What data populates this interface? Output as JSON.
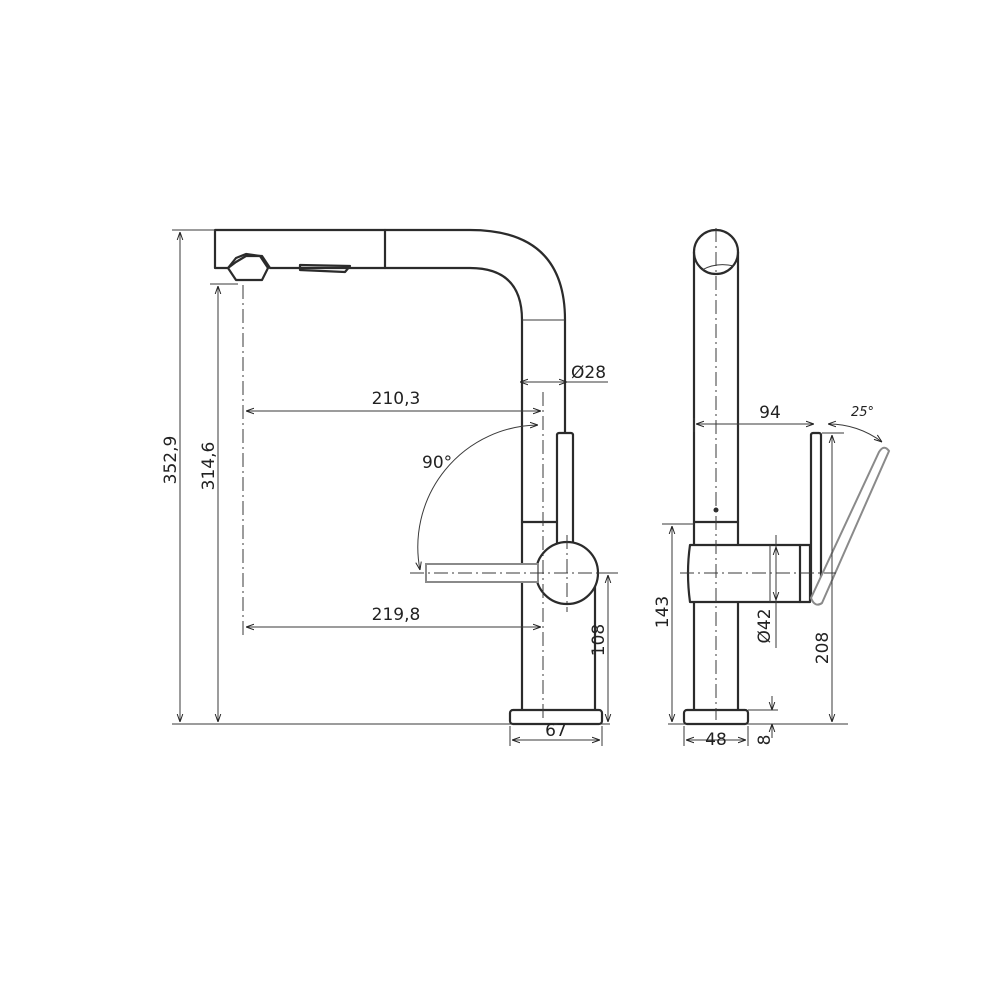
{
  "dimensions": {
    "total_height": "352,9",
    "spout_height": "314,6",
    "reach_upper": "210,3",
    "reach_lower": "219,8",
    "spout_diameter": "Ø28",
    "swivel_angle": "90°",
    "lever_height": "108",
    "base_width_front": "67",
    "lever_depth": "94",
    "lever_angle": "25°",
    "body_height": "143",
    "body_diameter": "Ø42",
    "lever_axis_height": "208",
    "base_width_side": "48",
    "base_thickness": "8"
  },
  "colors": {
    "line": "#2b2b2b",
    "secondary_position": "#8a8a8a"
  }
}
